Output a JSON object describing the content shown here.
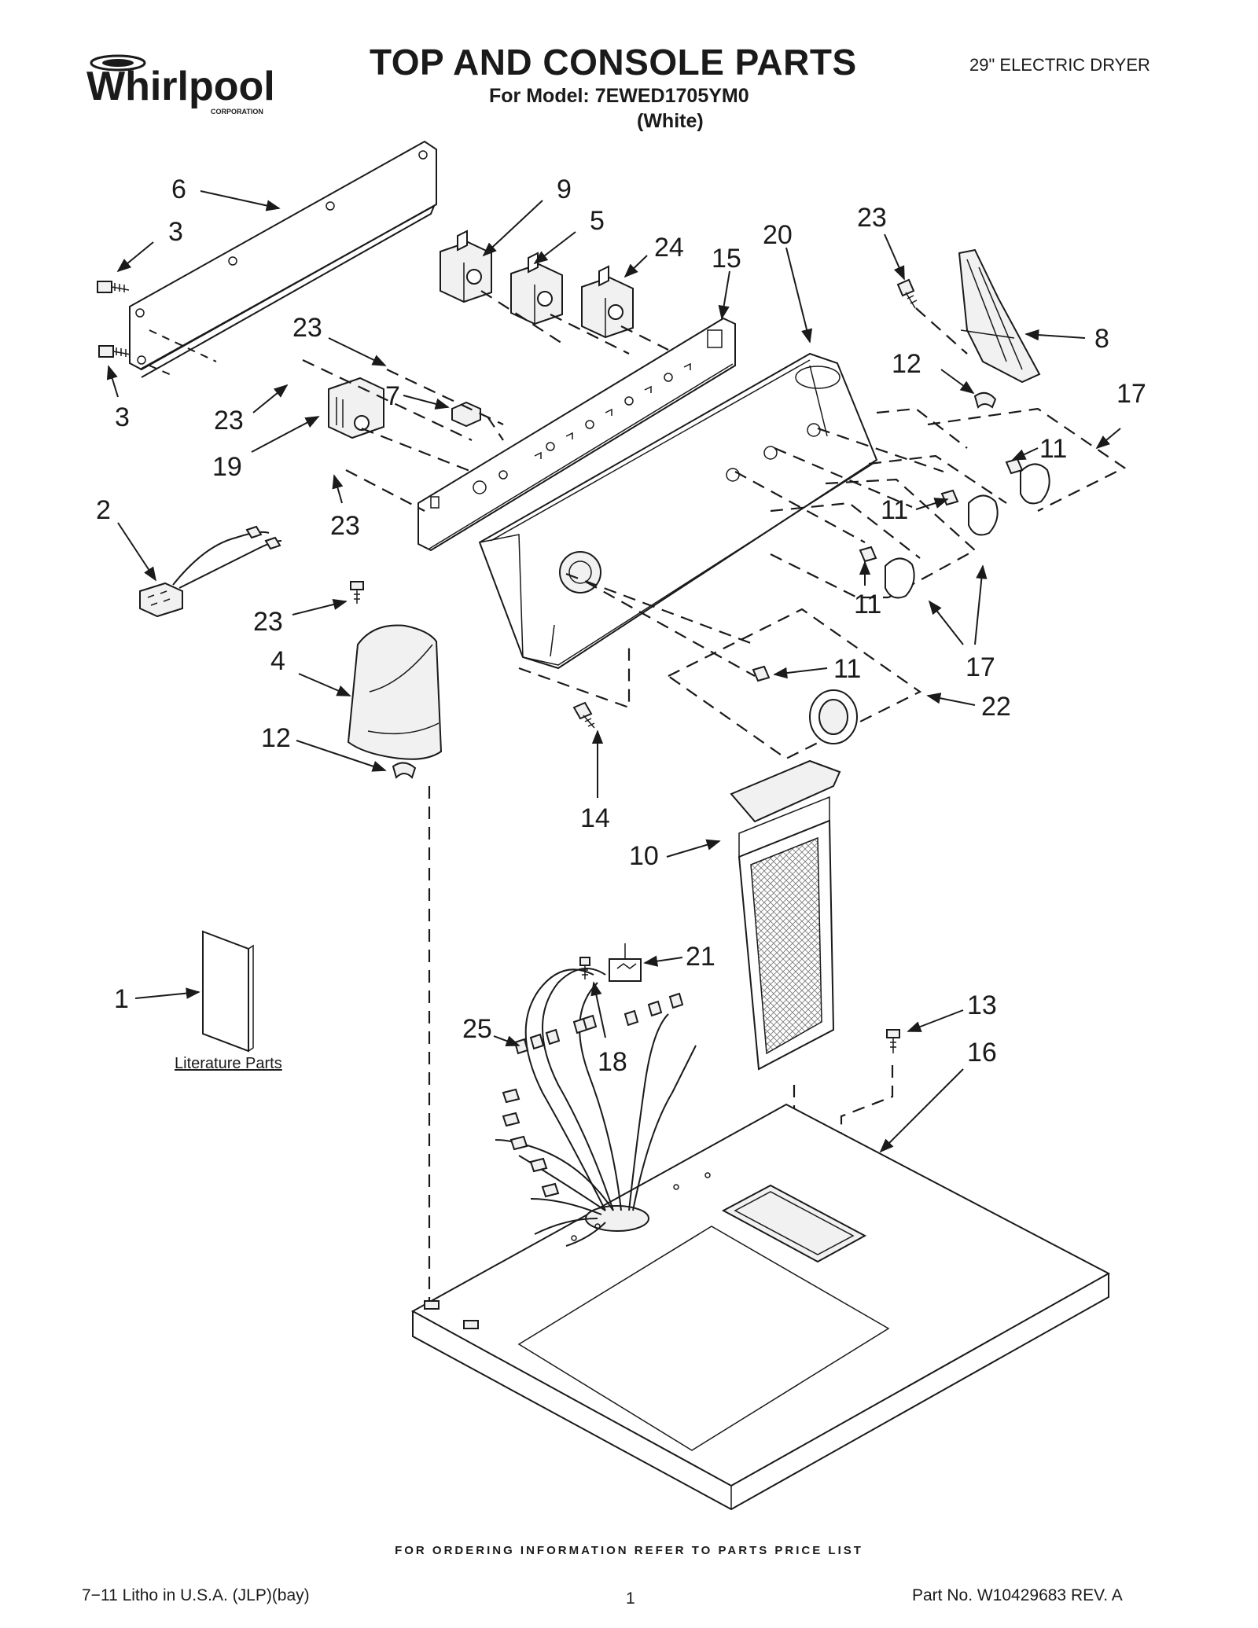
{
  "header": {
    "brand": "Whirlpool",
    "brand_sub": "CORPORATION",
    "title": "TOP AND CONSOLE PARTS",
    "model_line": "For Model: 7EWED1705YM0",
    "color_line": "(White)",
    "product_type": "29\" ELECTRIC DRYER"
  },
  "footer": {
    "ordering_note": "FOR ORDERING INFORMATION REFER TO PARTS PRICE LIST",
    "print_info": "7−11 Litho in U.S.A. (JLP)(bay)",
    "page_number": "1",
    "part_number": "Part No. W10429683 REV. A"
  },
  "literature_label": "Literature Parts",
  "callouts": [
    {
      "id": "c6",
      "text": "6"
    },
    {
      "id": "c3a",
      "text": "3"
    },
    {
      "id": "c3b",
      "text": "3"
    },
    {
      "id": "c9",
      "text": "9"
    },
    {
      "id": "c5",
      "text": "5"
    },
    {
      "id": "c24",
      "text": "24"
    },
    {
      "id": "c15",
      "text": "15"
    },
    {
      "id": "c20",
      "text": "20"
    },
    {
      "id": "c23a",
      "text": "23"
    },
    {
      "id": "c8",
      "text": "8"
    },
    {
      "id": "c12a",
      "text": "12"
    },
    {
      "id": "c17a",
      "text": "17"
    },
    {
      "id": "c23b",
      "text": "23"
    },
    {
      "id": "c23c",
      "text": "23"
    },
    {
      "id": "c7",
      "text": "7"
    },
    {
      "id": "c19",
      "text": "19"
    },
    {
      "id": "c23d",
      "text": "23"
    },
    {
      "id": "c2",
      "text": "2"
    },
    {
      "id": "c11a",
      "text": "11"
    },
    {
      "id": "c11b",
      "text": "11"
    },
    {
      "id": "c11c",
      "text": "11"
    },
    {
      "id": "c23e",
      "text": "23"
    },
    {
      "id": "c4",
      "text": "4"
    },
    {
      "id": "c17b",
      "text": "17"
    },
    {
      "id": "c11d",
      "text": "11"
    },
    {
      "id": "c22",
      "text": "22"
    },
    {
      "id": "c12b",
      "text": "12"
    },
    {
      "id": "c14",
      "text": "14"
    },
    {
      "id": "c10",
      "text": "10"
    },
    {
      "id": "c21",
      "text": "21"
    },
    {
      "id": "c1",
      "text": "1"
    },
    {
      "id": "c13",
      "text": "13"
    },
    {
      "id": "c25",
      "text": "25"
    },
    {
      "id": "c18",
      "text": "18"
    },
    {
      "id": "c16",
      "text": "16"
    }
  ]
}
